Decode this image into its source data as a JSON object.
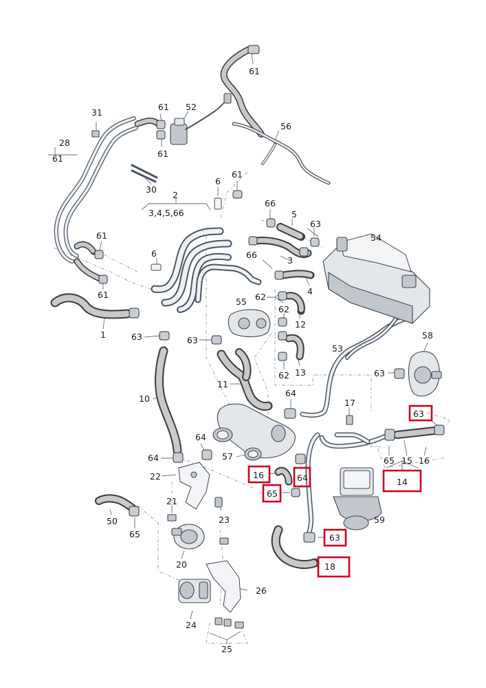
{
  "labels": {
    "n61": "61",
    "n31": "31",
    "n52": "52",
    "n56": "56",
    "n28": "28",
    "n61b": "61",
    "n61c": "61",
    "n61d": "61",
    "n30": "30",
    "n6": "6",
    "n61e": "61",
    "n2": "2",
    "n2sub": "3,4,5,66",
    "n66a": "66",
    "n5": "5",
    "n63a": "63",
    "n54": "54",
    "n61f": "61",
    "n6b": "6",
    "n66b": "66",
    "n3": "3",
    "n61g": "61",
    "n4": "4",
    "n1": "1",
    "n62a": "62",
    "n55": "55",
    "n62b": "62",
    "n12": "12",
    "n63b": "63",
    "n63c": "63",
    "n13": "13",
    "n62c": "62",
    "n53": "53",
    "n58": "58",
    "n63d": "63",
    "n11": "11",
    "n10": "10",
    "n64a": "64",
    "n17": "17",
    "n63e": "63",
    "n64b": "64",
    "n57": "57",
    "n65a": "65",
    "n15": "15",
    "n16": "16",
    "n64c": "64",
    "n22": "22",
    "n16b": "16",
    "n64d": "64",
    "n14": "14",
    "n65b": "65",
    "n21": "21",
    "n50": "50",
    "n23": "23",
    "n59": "59",
    "n65c": "65",
    "n63f": "63",
    "n20": "20",
    "n18": "18",
    "n26": "26",
    "n24": "24",
    "n25": "25"
  },
  "highlighted_callouts": [
    "63",
    "16",
    "64",
    "14",
    "65",
    "63",
    "18"
  ],
  "colors": {
    "highlight": "#d0021b",
    "linework": "#3f4650",
    "part_fill": "#e4e7ea",
    "leader": "#5a6d80"
  }
}
